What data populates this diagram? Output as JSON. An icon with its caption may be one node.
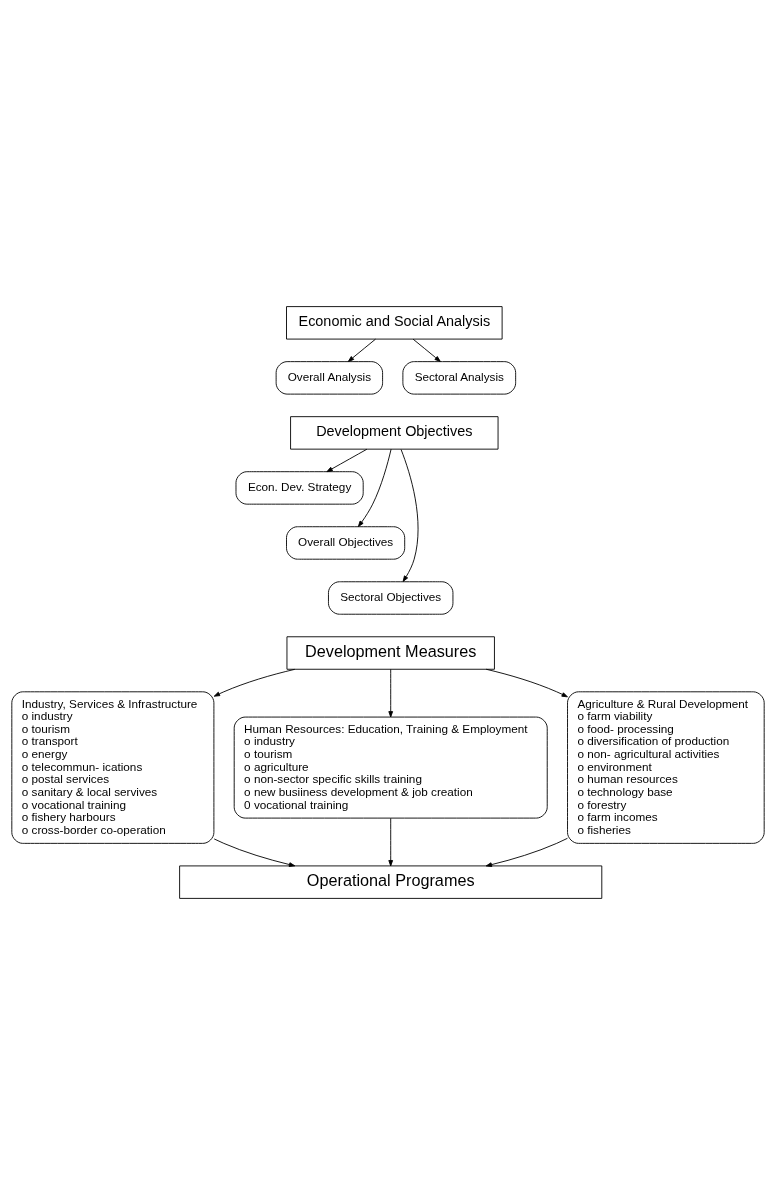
{
  "diagram": {
    "nodes": [
      {
        "text": [
          "Economic and Social Analysis"
        ]
      },
      {
        "text": [
          "Overall Analysis"
        ]
      },
      {
        "text": [
          "Sectoral Analysis"
        ]
      },
      {
        "text": [
          "Development Objectives"
        ]
      },
      {
        "text": [
          "Econ. Dev. Strategy"
        ]
      },
      {
        "text": [
          "Overall Objectives"
        ]
      },
      {
        "text": [
          "Sectoral Objectives"
        ]
      },
      {
        "text": [
          "Development Measures"
        ]
      },
      {
        "text": [
          "Industry, Services & Infrastructure",
          "o industry",
          "o tourism",
          "o transport",
          "o energy",
          "o telecommun- ications",
          "o postal services",
          "o sanitary & local servives",
          "o vocational training",
          "o fishery harbours",
          "o cross-border co-operation"
        ]
      },
      {
        "text": [
          "Human Resources: Education, Training & Employment",
          "o industry",
          "o tourism",
          "o agriculture",
          "o non-sector specific skills training",
          "o new busiiness development & job creation",
          "0 vocational training"
        ]
      },
      {
        "text": [
          "Agriculture & Rural Development",
          "o farm viability",
          "o food- processing",
          "o diversification of production",
          "o non- agricultural activities",
          "o environment",
          "o human resources",
          "o technology base",
          "o forestry",
          "o farm incomes",
          "o fisheries"
        ]
      },
      {
        "text": [
          "Operational Programes"
        ]
      }
    ],
    "edges": [
      {
        "from": 0,
        "to": 1,
        "arrow": "to"
      },
      {
        "from": 0,
        "to": 2,
        "arrow": "to"
      },
      {
        "from": 3,
        "to": 4,
        "arrow": "to"
      },
      {
        "from": 3,
        "to": 5,
        "arrow": "to"
      },
      {
        "from": 3,
        "to": 6,
        "arrow": "to"
      },
      {
        "from": 7,
        "to": 8,
        "arrow": "to"
      },
      {
        "from": 7,
        "to": 9,
        "arrow": "to"
      },
      {
        "from": 7,
        "to": 10,
        "arrow": "to"
      },
      {
        "from": 8,
        "to": 11,
        "arrow": "to"
      },
      {
        "from": 9,
        "to": 11,
        "arrow": "to"
      },
      {
        "from": 10,
        "to": 11,
        "arrow": "to"
      }
    ]
  }
}
